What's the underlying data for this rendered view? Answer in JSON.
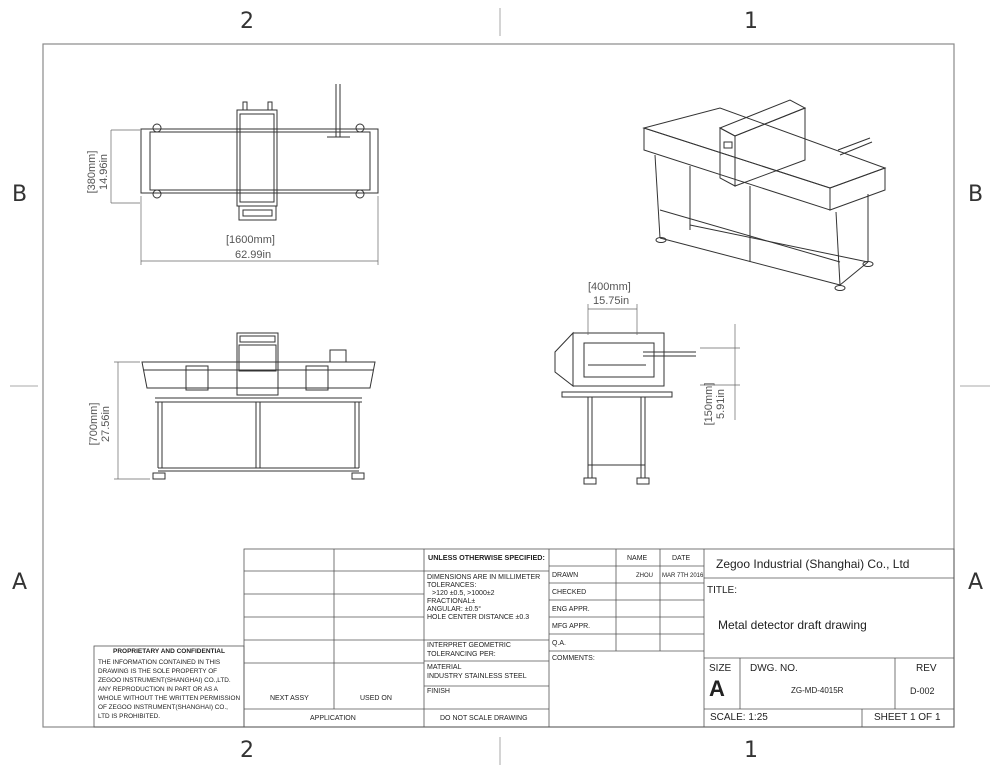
{
  "zones": {
    "top_left": "2",
    "top_right": "1",
    "bottom_left": "2",
    "bottom_right": "1",
    "left_upper": "B",
    "left_lower": "A",
    "right_upper": "B",
    "right_lower": "A"
  },
  "dimensions": {
    "height_top_mm": "[380mm]",
    "height_top_in": "14.96in",
    "length_mm": "[1600mm]",
    "length_in": "62.99in",
    "height_front_mm": "[700mm]",
    "height_front_in": "27.56in",
    "aperture_mm": "[400mm]",
    "aperture_in": "15.75in",
    "side_h_mm": "[150mm]",
    "side_h_in": "5.91in"
  },
  "proprietary": {
    "title": "PROPRIETARY AND CONFIDENTIAL",
    "lines": [
      "THE INFORMATION CONTAINED IN THIS",
      "DRAWING IS THE SOLE PROPERTY OF",
      "ZEGOO INSTRUMENT(SHANGHAI) CO.,LTD.",
      "ANY REPRODUCTION IN PART OR AS A",
      "WHOLE  WITHOUT THE WRITTEN PERMISSION",
      "OF ZEGOO INSTRUMENT(SHANGHAI) CO.,",
      "LTD IS PROHIBITED."
    ]
  },
  "title_block": {
    "next_assy": "NEXT ASSY",
    "used_on": "USED ON",
    "application": "APPLICATION",
    "unless": "UNLESS OTHERWISE SPECIFIED:",
    "tol_lines": [
      "DIMENSIONS ARE IN MILLIMETER",
      "TOLERANCES:",
      ">120 ±0.5, >1000±2",
      "FRACTIONAL±",
      "ANGULAR: ±0.5°",
      "HOLE CENTER DISTANCE ±0.3"
    ],
    "interpret_1": "INTERPRET GEOMETRIC",
    "interpret_2": "TOLERANCING PER:",
    "material": "MATERIAL",
    "material_value": "INDUSTRY STAINLESS STEEL",
    "finish": "FINISH",
    "do_not_scale": "DO NOT SCALE DRAWING",
    "name": "NAME",
    "date": "DATE",
    "drawn": "DRAWN",
    "drawn_name": "ZHOU",
    "drawn_date": "MAR 7TH 2016",
    "checked": "CHECKED",
    "eng_appr": "ENG APPR.",
    "mfg_appr": "MFG APPR.",
    "qa": "Q.A.",
    "comments": "COMMENTS:",
    "company": "Zegoo Industrial (Shanghai) Co., Ltd",
    "title_label": "TITLE:",
    "title_value": "Metal detector draft drawing",
    "size_label": "SIZE",
    "size_value": "A",
    "dwg_no_label": "DWG.  NO.",
    "dwg_no_value": "ZG-MD-4015R",
    "rev_label": "REV",
    "rev_value": "D-002",
    "scale": "SCALE: 1:25",
    "sheet": "SHEET 1 OF 1"
  }
}
